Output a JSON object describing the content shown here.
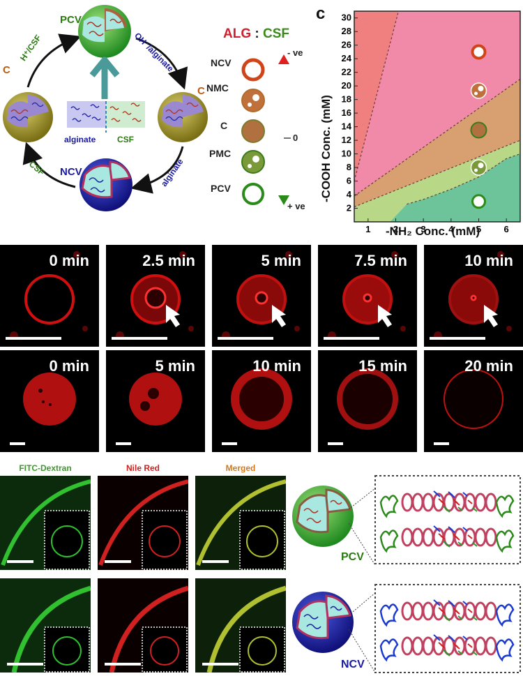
{
  "cycle": {
    "pcv": "PCV",
    "ncv": "NCV",
    "c_left": "C",
    "c_right": "C",
    "arrow_top_left": "H⁺/CSF",
    "arrow_top_right": "OH⁻/alginate",
    "arrow_bottom_left": "CSF",
    "arrow_bottom_right": "alginate",
    "inset_alginate": "alginate",
    "inset_csf": "CSF"
  },
  "legend": {
    "alg": "ALG",
    "colon": " : ",
    "csf": "CSF",
    "items": [
      "NCV",
      "NMC",
      "C",
      "PMC",
      "PCV"
    ],
    "scale_top": "- ve",
    "scale_mid": "0",
    "scale_bot": "+ ve"
  },
  "chart": {
    "panel_letter": "c",
    "xlabel": "-NH₂ Conc. (mM)",
    "ylabel": "-COOH Conc. (mM)",
    "xticks": [
      "1",
      "2",
      "3",
      "4",
      "5",
      "6"
    ],
    "yticks": [
      "2",
      "4",
      "6",
      "8",
      "10",
      "12",
      "14",
      "16",
      "18",
      "20",
      "22",
      "24",
      "26",
      "28",
      "30"
    ]
  },
  "chart_data": {
    "type": "phase-diagram",
    "xlim": [
      0.5,
      6.5
    ],
    "ylim": [
      0,
      31
    ],
    "regions": [
      "NCV",
      "NMC",
      "C",
      "PMC",
      "PCV"
    ],
    "points": [
      {
        "x": 5,
        "y": 25,
        "state": "NCV"
      },
      {
        "x": 5,
        "y": 19.3,
        "state": "NMC"
      },
      {
        "x": 5,
        "y": 13.5,
        "state": "C"
      },
      {
        "x": 5,
        "y": 8,
        "state": "PMC"
      },
      {
        "x": 5,
        "y": 3,
        "state": "PCV"
      }
    ]
  },
  "row1": [
    "0 min",
    "2.5 min",
    "5 min",
    "7.5 min",
    "10 min"
  ],
  "row2": [
    "0 min",
    "5 min",
    "10 min",
    "15 min",
    "20 min"
  ],
  "fluor": {
    "fitc": "FITC-Dextran",
    "nile": "Nile Red",
    "merged": "Merged",
    "pcv": "PCV",
    "ncv": "NCV"
  },
  "colors": {
    "alg_red": "#d02030",
    "csf_green": "#3a8a1a",
    "ncv_blue": "#1a1aa0",
    "label_orange": "#c05a10"
  }
}
